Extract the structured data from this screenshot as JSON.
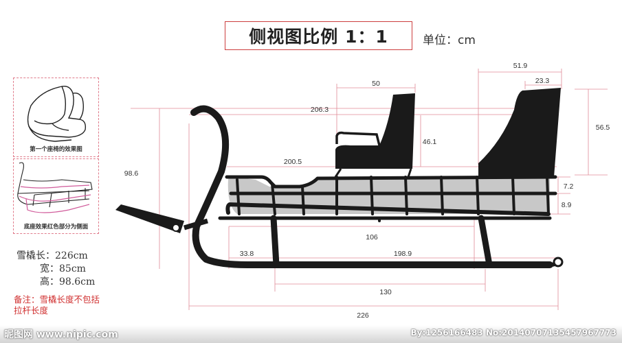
{
  "title": "侧视图比例 1：1",
  "unit_label": "单位：cm",
  "insets": [
    {
      "caption": "第一个座椅的效果图"
    },
    {
      "caption": "底座效果红色部分为侧面"
    }
  ],
  "specs": {
    "length": "雪橇长：226cm",
    "width": "宽：85cm",
    "height": "高：98.6cm"
  },
  "note": {
    "line1": "备注：雪橇长度不包括",
    "line2": "拉杆长度"
  },
  "dimensions": {
    "d51_9": "51.9",
    "d23_3": "23.3",
    "d50": "50",
    "d206_3": "206.3",
    "d56_5": "56.5",
    "d46_1": "46.1",
    "d200_5": "200.5",
    "d98_6": "98.6",
    "d7_2": "7.2",
    "d8_9": "8.9",
    "d106": "106",
    "d33_8": "33.8",
    "d198_9": "198.9",
    "d130": "130",
    "d226": "226"
  },
  "watermark": {
    "left": "昵图网 www.nipic.com",
    "right": "By:1256166483 No:20140707135457967773"
  },
  "colors": {
    "title_border": "#cc3d3d",
    "dimension_line": "#e08a96",
    "sled_body": "#1a1a1a",
    "sled_fill": "#c8c8c8",
    "note_text": "#d03030"
  }
}
